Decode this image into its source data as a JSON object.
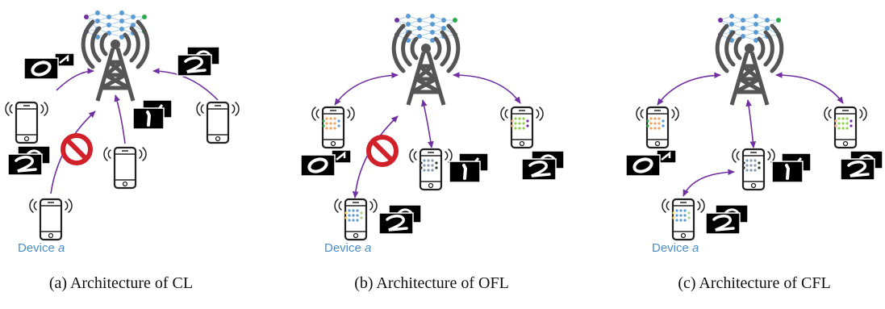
{
  "panels": [
    {
      "id": "a",
      "caption": "(a) Architecture of CL",
      "device_label": "Device",
      "device_label_var": "a",
      "device_models": "none",
      "tower_models": "full",
      "blocked_link": true,
      "device_to_device_link": false
    },
    {
      "id": "b",
      "caption": "(b) Architecture of OFL",
      "device_label": "Device",
      "device_label_var": "a",
      "device_models": "local",
      "tower_models": "full",
      "blocked_link": true,
      "device_to_device_link": false
    },
    {
      "id": "c",
      "caption": "(c) Architecture of CFL",
      "device_label": "Device",
      "device_label_var": "a",
      "device_models": "local",
      "tower_models": "full",
      "blocked_link": false,
      "device_to_device_link": true
    }
  ],
  "colors": {
    "arrow": "#7030a0",
    "device_label": "#4a8ec8",
    "block_sign": "#d0202a",
    "nn_node_blue": "#5b9bd5",
    "nn_node_purple": "#7030a0",
    "nn_node_green": "#2eaa4a"
  }
}
